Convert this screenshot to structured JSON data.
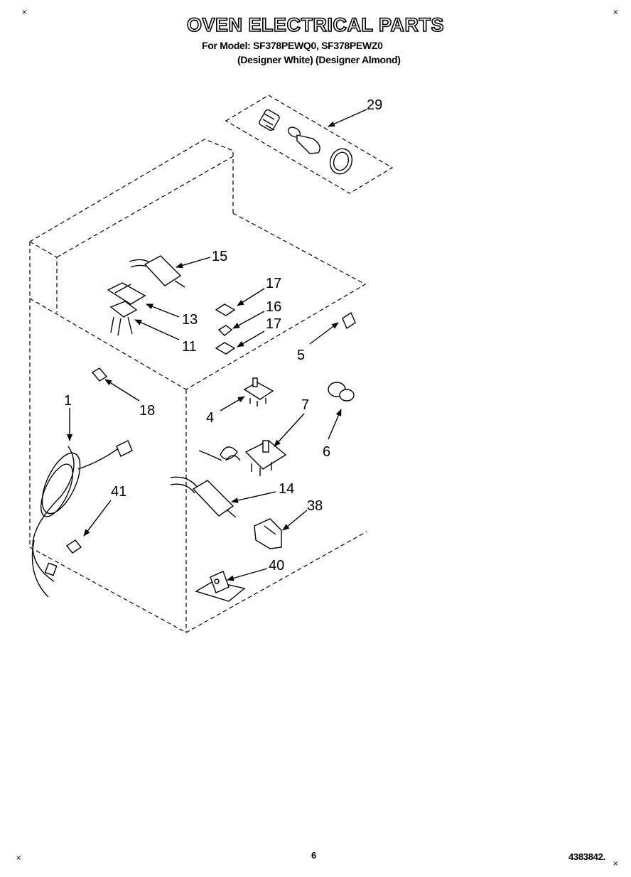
{
  "header": {
    "title": "OVEN ELECTRICAL PARTS",
    "model_line": "For Model: SF378PEWQ0, SF378PEWZ0",
    "variant_line": "(Designer White) (Designer Almond)"
  },
  "corner_marks": {
    "top_left": "×",
    "top_right": "×",
    "bottom_left": "×",
    "bottom_right": "×"
  },
  "callouts": {
    "c29": "29",
    "c15": "15",
    "c17a": "17",
    "c16": "16",
    "c17b": "17",
    "c13": "13",
    "c11": "11",
    "c5": "5",
    "c18": "18",
    "c1": "1",
    "c4": "4",
    "c7": "7",
    "c6": "6",
    "c41": "41",
    "c14": "14",
    "c38": "38",
    "c40": "40"
  },
  "footer": {
    "page_number": "6",
    "document_number": "4383842."
  }
}
